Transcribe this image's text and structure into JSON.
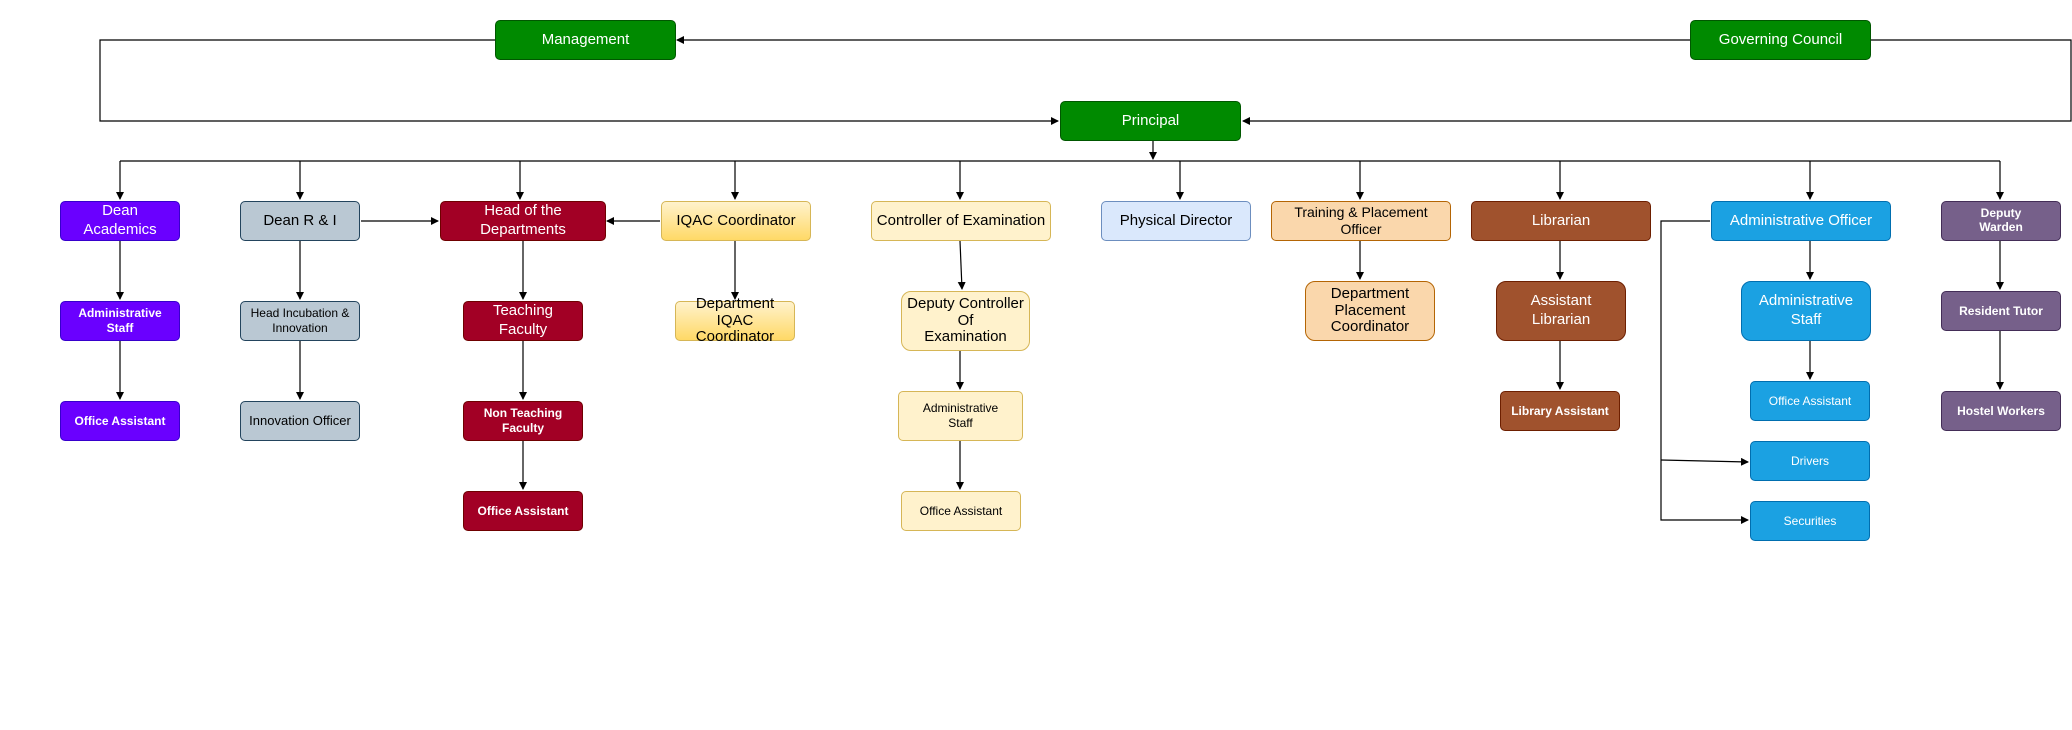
{
  "nodes": {
    "management": "Management",
    "governing_council": "Governing Council",
    "principal": "Principal",
    "dean_academics": "Dean Academics",
    "da_admin_staff": "Administrative Staff",
    "da_office_assistant": "Office Assistant",
    "dean_rni": "Dean R & I",
    "head_incubation": "Head Incubation &\nInnovation",
    "innovation_officer": "Innovation Officer",
    "hod": "Head of the Departments",
    "teaching_faculty": "Teaching Faculty",
    "non_teaching_faculty": "Non Teaching Faculty",
    "hod_office_assistant": "Office Assistant",
    "iqac_coordinator": "IQAC Coordinator",
    "dept_iqac_coordinator": "Department IQAC\nCoordinator",
    "controller_exam": "Controller of Examination",
    "deputy_controller": "Deputy Controller\nOf\nExamination",
    "coe_admin_staff": "Administrative\nStaff",
    "coe_office_assistant": "Office Assistant",
    "physical_director": "Physical Director",
    "tpo": "Training & Placement Officer",
    "dept_placement_coordinator": "Department\nPlacement\nCoordinator",
    "librarian": "Librarian",
    "assistant_librarian": "Assistant Librarian",
    "library_assistant": "Library Assistant",
    "administrative_officer": "Administrative Officer",
    "ao_admin_staff": "Administrative Staff",
    "ao_office_assistant": "Office Assistant",
    "drivers": "Drivers",
    "securities": "Securities",
    "deputy_warden": "Deputy\nWarden",
    "resident_tutor": "Resident Tutor",
    "hostel_workers": "Hostel Workers"
  },
  "colors": {
    "green": "#008a00",
    "violet": "#6a00ff",
    "grey_blue": "#bac8d3",
    "crimson": "#a20025",
    "yellow": "#fff2cc",
    "light_blue": "#dae8fc",
    "peach": "#fad7ac",
    "brown": "#a0522d",
    "cyan": "#1ba1e2",
    "mauve": "#76608a",
    "connector": "#000000"
  }
}
